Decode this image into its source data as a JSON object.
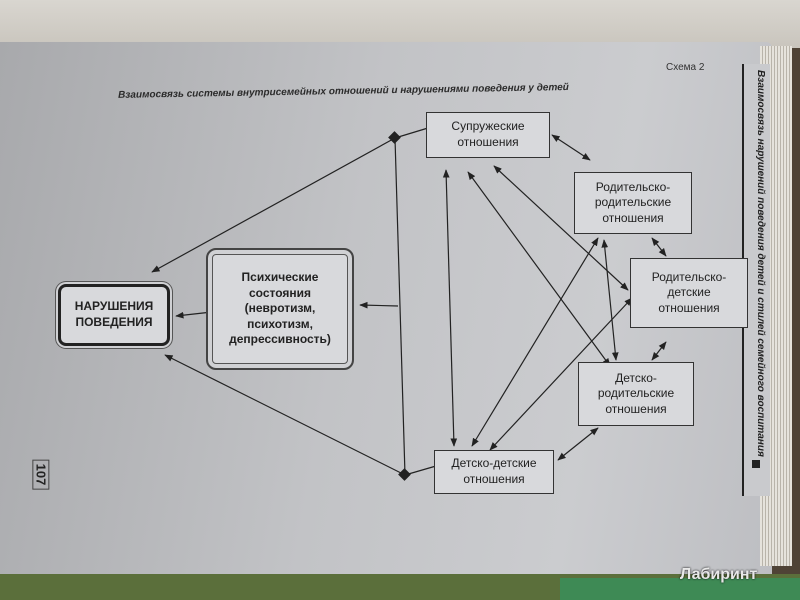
{
  "header": {
    "scheme_label": "Схема 2",
    "title": "Взаимосвязь системы внутрисемейных отношений и нарушениями поведения у детей"
  },
  "side_title": "Взаимосвязь нарушений поведения детей и стилей семейного воспитания",
  "page_number": "107",
  "diagram": {
    "behavior": "НАРУШЕНИЯ\nПОВЕДЕНИЯ",
    "mental": "Психические\nсостояния\n(невротизм,\nпсихотизм,\nдепрессивность)",
    "spousal": "Супружеские\nотношения",
    "parent_parent": "Родительско-\nродительские\nотношения",
    "parent_child": "Родительско-\nдетские\nотношения",
    "child_parent": "Детско-\nродительские\nотношения",
    "child_child": "Детско-детские\nотношения"
  },
  "watermark": "Лабиринт"
}
